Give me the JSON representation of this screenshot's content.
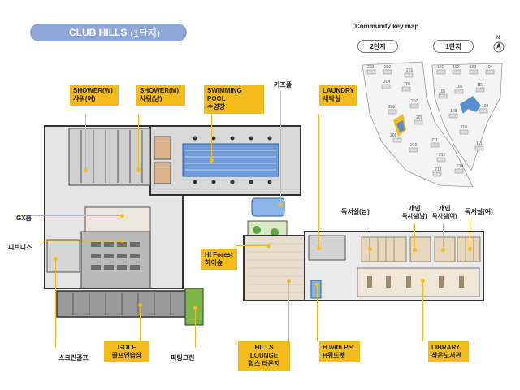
{
  "header": {
    "title": "CLUB HILLS",
    "subtitle": "(1단지)"
  },
  "keymap": {
    "title": "Community key map",
    "complex2": "2단지",
    "complex1": "1단지",
    "north": "N",
    "buildings2": [
      "203",
      "202",
      "201",
      "204",
      "205",
      "206",
      "207",
      "209",
      "208",
      "210",
      "211",
      "212",
      "213",
      "214"
    ],
    "buildings1": [
      "101",
      "102",
      "103",
      "104",
      "105",
      "106",
      "107",
      "108",
      "109",
      "110",
      "111"
    ]
  },
  "labels": {
    "shower_w_en": "SHOWER(W)",
    "shower_w_ko": "샤워(여)",
    "shower_m_en": "SHOWER(M)",
    "shower_m_ko": "샤워(남)",
    "pool_en": "SWIMMING POOL",
    "pool_ko": "수영장",
    "kids": "키즈풀",
    "laundry_en": "LAUNDRY",
    "laundry_ko": "세탁실",
    "gx": "GX룸",
    "fitness": "피트니스",
    "forest_en": "HI Forest",
    "forest_ko": "하이숲",
    "reading_m": "독서실(남)",
    "private_m_1": "개인",
    "private_m_2": "독서실(남)",
    "private_w_1": "개인",
    "private_w_2": "독서실(여)",
    "reading_w": "독서실(여)",
    "golf_en": "GOLF",
    "golf_ko": "골프연습장",
    "screen_golf": "스크린골프",
    "putting": "퍼팅그린",
    "lounge_en": "HILLS LOUNGE",
    "lounge_ko": "힐스 라운지",
    "pet_en": "H with Pet",
    "pet_ko": "H위드펫",
    "library_en": "LIBRARY",
    "library_ko": "작은도서관"
  },
  "colors": {
    "accent": "#f3bc1c",
    "pill": "#8fa6d6",
    "pool": "#6f9bd9",
    "green": "#7ab648"
  }
}
